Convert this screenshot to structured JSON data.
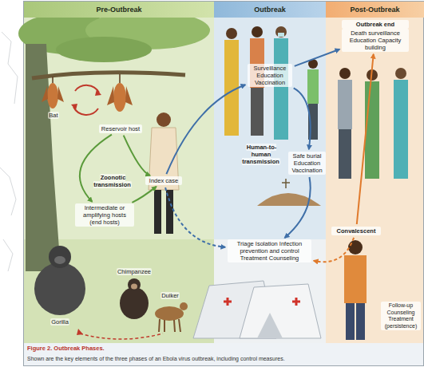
{
  "diagram": {
    "caption": "Figure 2. Outbreak Phases.",
    "nodes": [
      {
        "text": [
          "Pre-Outbreak"
        ]
      },
      {
        "text": [
          "Outbreak"
        ]
      },
      {
        "text": [
          "Post-Outbreak"
        ]
      },
      {
        "text": [
          "Reservoir host"
        ],
        "in": 0
      },
      {
        "text": [
          "Intermediate or amplifying hosts (end hosts)"
        ],
        "in": 0
      },
      {
        "text": [
          "Index case"
        ],
        "in": 0
      },
      {
        "text": [
          "Surveillance Education Vaccination"
        ],
        "in": 1
      },
      {
        "text": [
          "Safe burial Education Vaccination"
        ],
        "in": 1
      },
      {
        "text": [
          "Triage Isolation Infection prevention and control Treatment Counseling"
        ],
        "in": 1
      },
      {
        "text": [
          "Outbreak end",
          "Death surveillance Education Capacity building"
        ],
        "in": 2
      },
      {
        "text": [
          "Convalescent"
        ],
        "in": 2
      },
      {
        "text": [
          "Follow-up Counseling Treatment (persistence)"
        ],
        "in": 2
      }
    ],
    "edges": [
      {
        "from": 3,
        "to": 5,
        "arrow": "to"
      },
      {
        "from": 3,
        "to": 4,
        "arrow": "to"
      },
      {
        "from": 4,
        "to": 5,
        "arrow": "to"
      },
      {
        "from": 5,
        "to": 6,
        "arrow": "to"
      },
      {
        "from": 5,
        "to": 8,
        "arrow": "to"
      },
      {
        "from": 6,
        "to": 9,
        "arrow": "to"
      },
      {
        "from": 6,
        "to": 7,
        "arrow": "to"
      },
      {
        "from": 7,
        "to": 8,
        "arrow": "to"
      },
      {
        "from": 10,
        "to": 8,
        "arrow": "to"
      },
      {
        "from": 10,
        "to": 9,
        "arrow": "to"
      }
    ],
    "labels": [
      "Bat",
      "Zoonotic transmission",
      "Gorilla",
      "Chimpanzee",
      "Duiker",
      "Human-to-human transmission",
      "Shown are the key elements of the three phases of an Ebola virus outbreak, including control measures."
    ]
  }
}
